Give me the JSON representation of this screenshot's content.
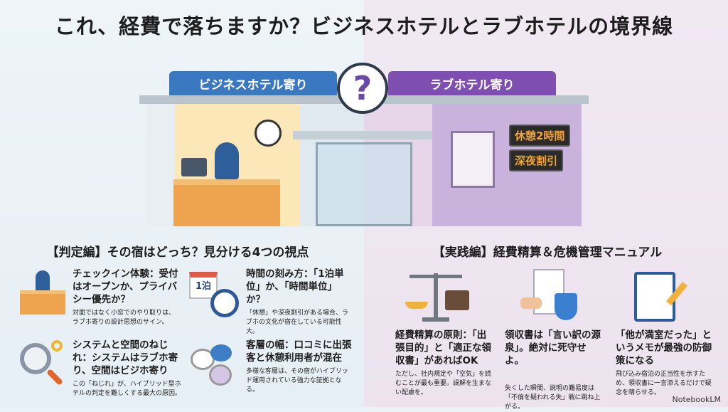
{
  "title": "これ、経費で落ちますか？ビジネスホテルとラブホテルの境界線",
  "illustration": {
    "business_sign": "ビジネスホテル寄り",
    "love_sign": "ラブホテル寄り",
    "question_mark": "?",
    "rest_sign": "休憩2時間",
    "late_night_sign": "深夜割引"
  },
  "judgment": {
    "heading": "【判定編】その宿はどっち？見分ける4つの視点",
    "items": [
      {
        "title": "チェックイン体験：受付はオープンか、プライバシー優先か？",
        "body": "対面ではなく小窓でのやり取りは、ラブホ寄りの設計思想のサイン。"
      },
      {
        "title": "時間の刻み方：「1泊単位」か、「時間単位」か？",
        "body": "「休憩」や深夜割引がある場合、ラブホの文化が宿在している可能性大。",
        "icon_text": "1泊"
      },
      {
        "title": "システムと空間のねじれ：システムはラブホ寄り、空間はビジホ寄り",
        "body": "この「ねじれ」が、ハイブリッド型ホテルの判定を難しくする最大の原因。"
      },
      {
        "title": "客層の幅：口コミに出張客と休憩利用者が混在",
        "body": "多様な客層は、その宿がハイブリッド運用されている強力な証拠となる。"
      }
    ]
  },
  "practice": {
    "heading": "【実践編】経費精算＆危機管理マニュアル",
    "items": [
      {
        "title": "経費精算の原則：「出張目的」と「適正な領収書」があればOK",
        "body": "ただし、社内規定や「空気」を読むことが最も重要。誤解を生まない配慮を。"
      },
      {
        "title": "領収書は「言い訳の源泉」。絶対に死守せよ。",
        "body": "失くした瞬間、説明の難易度は「不倫を疑われる失」戦に跳ね上がる。"
      },
      {
        "title": "「他が満室だった」というメモが最強の防御策になる",
        "body": "飛び込み宿泊の正当性を示すため、領収書に一言添えるだけで疑念を晴らせる。"
      }
    ]
  },
  "branding": "NotebookLM"
}
